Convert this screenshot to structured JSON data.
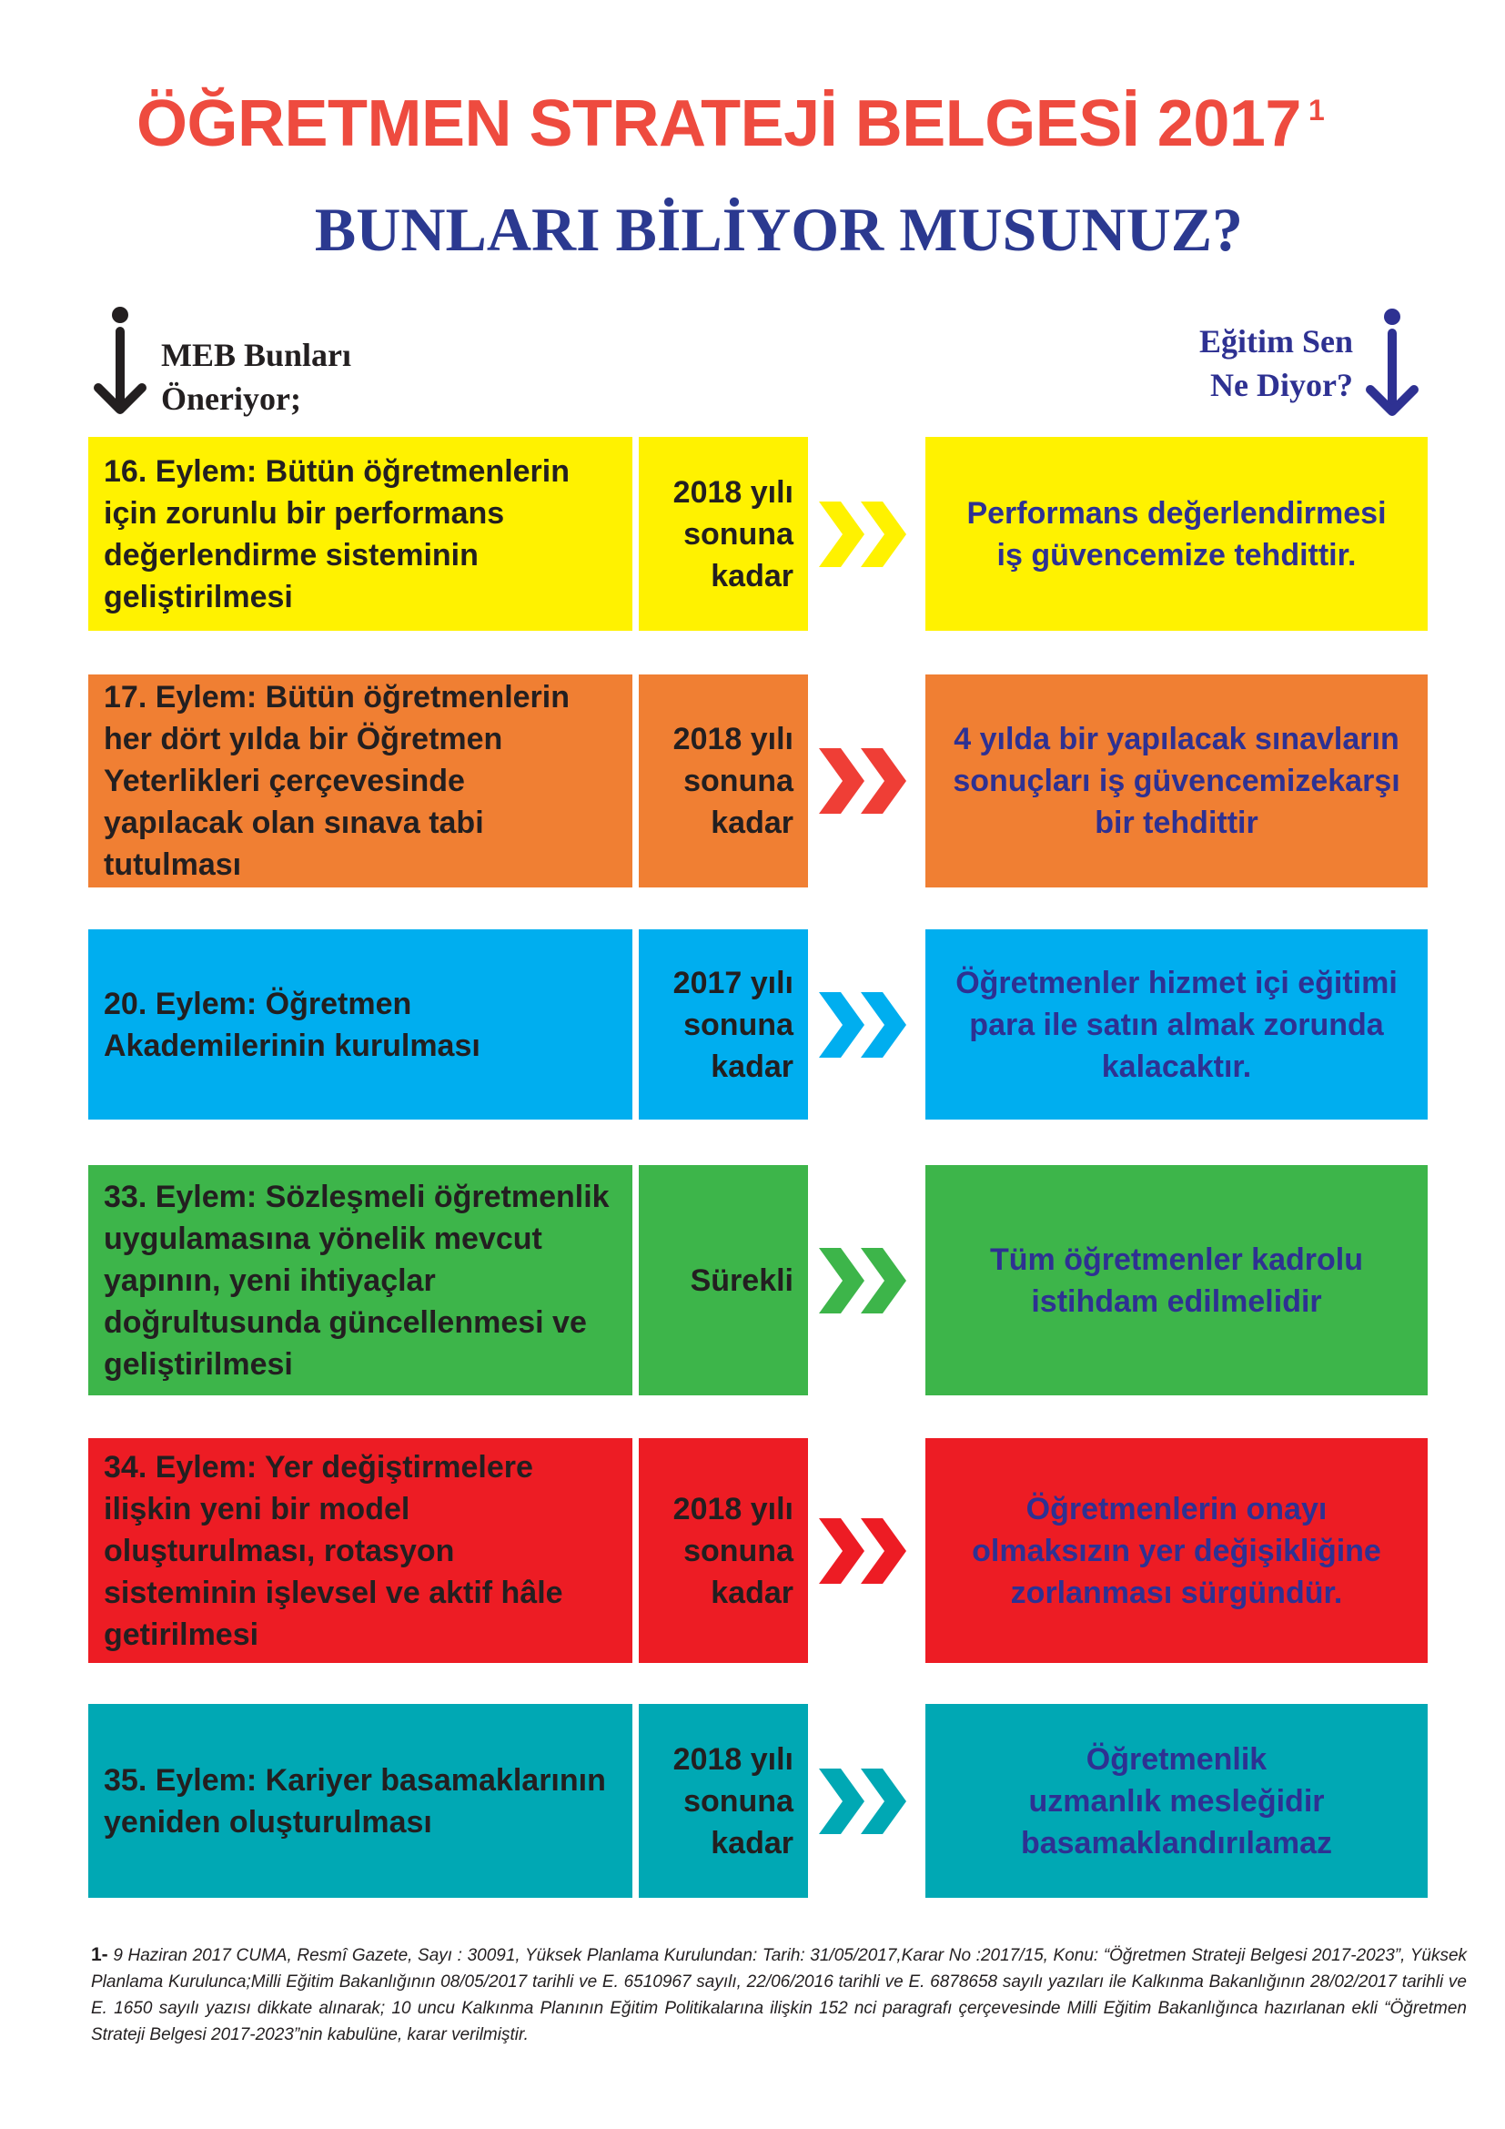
{
  "header": {
    "title": "ÖĞRETMEN STRATEJİ BELGESİ 2017",
    "title_footnote_mark": "1",
    "subtitle": "BUNLARI BİLİYOR MUSUNUZ?"
  },
  "columns": {
    "left_label": "MEB Bunları\nÖneriyor;",
    "right_label": "Eğitim Sen\nNe Diyor?"
  },
  "icons": {
    "column_arrow": "down-arrow-icon",
    "row_arrow": "double-chevron-right-icon"
  },
  "colors": {
    "title": "#ee4b3f",
    "subtitle": "#2b3990",
    "text_dark": "#231f20",
    "meb_label": "#231f20",
    "egitim_label": "#2e3192",
    "response_text": "#2e3192"
  },
  "rows": [
    {
      "action": "16. Eylem: Bütün öğretmenlerin\niçin zorunlu bir performans\ndeğerlendirme sisteminin\ngeliştirilmesi",
      "deadline": "2018 yılı\nsonuna\nkadar",
      "response": "Performans değerlendirmesi\niş güvencemize tehdittir.",
      "color": "#fff200",
      "arrow_color": "#fff200"
    },
    {
      "action": "17. Eylem: Bütün öğretmenlerin\nher dört yılda bir Öğretmen\nYeterlikleri çerçevesinde\nyapılacak olan sınava tabi\ntutulması",
      "deadline": "2018 yılı\nsonuna\nkadar",
      "response": "4 yılda bir yapılacak sınavların\nsonuçları iş güvencemizekarşı\nbir tehdittir",
      "color": "#f07f33",
      "arrow_color": "#ef3e36"
    },
    {
      "action": "20. Eylem: Öğretmen\nAkademilerinin kurulması",
      "deadline": "2017 yılı\nsonuna\nkadar",
      "response": "Öğretmenler hizmet içi eğitimi\npara ile satın almak zorunda\nkalacaktır.",
      "color": "#00aeef",
      "arrow_color": "#00aeef"
    },
    {
      "action": "33. Eylem: Sözleşmeli öğretmenlik\nuygulamasına yönelik mevcut\nyapının, yeni ihtiyaçlar\ndoğrultusunda güncellenmesi ve\ngeliştirilmesi",
      "deadline": "Sürekli",
      "response": "Tüm öğretmenler kadrolu\nistihdam edilmelidir",
      "color": "#3db54a",
      "arrow_color": "#3db54a"
    },
    {
      "action": "34. Eylem: Yer değiştirmelere\nilişkin yeni bir model\noluşturulması, rotasyon\nsisteminin işlevsel ve aktif hâle\ngetirilmesi",
      "deadline": "2018 yılı\nsonuna\nkadar",
      "response": "Öğretmenlerin onayı\nolmaksızın yer değişikliğine\nzorlanması sürgündür.",
      "color": "#ed1c24",
      "arrow_color": "#ed1c24"
    },
    {
      "action": "35. Eylem: Kariyer basamaklarının\nyeniden oluşturulması",
      "deadline": "2018 yılı\nsonuna\nkadar",
      "response": "Öğretmenlik\nuzmanlık mesleğidir\nbasamaklandırılamaz",
      "color": "#00a8b4",
      "arrow_color": "#00a8b4"
    }
  ],
  "footnote": {
    "marker": "1-",
    "text": "9 Haziran 2017 CUMA, Resmî Gazete, Sayı : 30091, Yüksek Planlama Kurulundan: Tarih: 31/05/2017,Karar No :2017/15, Konu: “Öğretmen Strateji Belgesi 2017-2023”, Yüksek Planlama Kurulunca;Milli Eğitim Bakanlığının 08/05/2017 tarihli ve E. 6510967 sayılı, 22/06/2016 tarihli ve E. 6878658 sayılı yazıları ile Kalkınma Bakanlığının 28/02/2017 tarihli ve E. 1650 sayılı yazısı dikkate alınarak; 10 uncu Kalkınma Planının Eğitim Politikalarına ilişkin 152 nci paragrafı çerçevesinde Milli Eğitim Bakanlığınca hazırlanan ekli “Öğretmen Strateji Belgesi 2017-2023”nin kabulüne, karar verilmiştir."
  }
}
